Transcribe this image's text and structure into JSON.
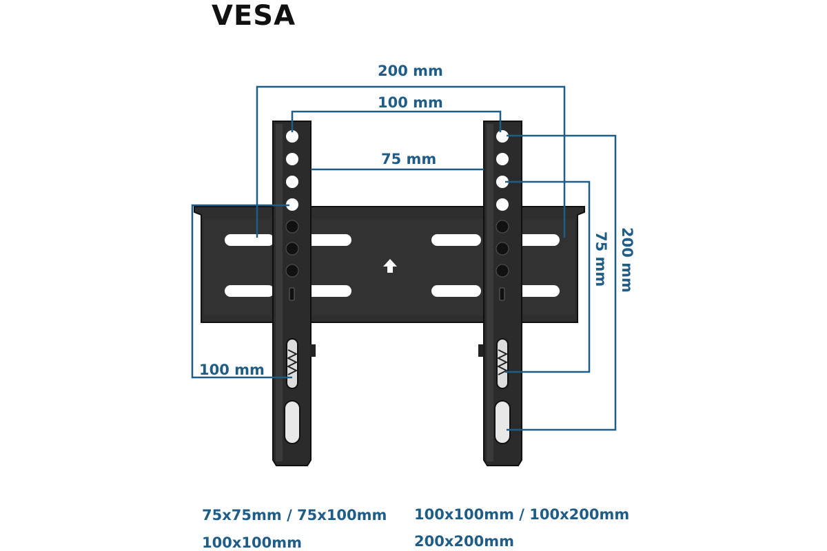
{
  "title": "VESA",
  "colors": {
    "dimension": "#1f5d86",
    "bracket": "#2b2b2b",
    "bracket_edge": "#0f0f0f",
    "hole": "#ffffff"
  },
  "dimensions": {
    "top_outer": "200 mm",
    "top_middle": "100 mm",
    "top_inner": "75 mm",
    "left": "100 mm",
    "right_inner": "75 mm",
    "right_outer": "200 mm"
  },
  "specs": {
    "left_line1": "75x75mm / 75x100mm",
    "left_line2": "100x100mm",
    "right_line1": "100x100mm / 100x200mm",
    "right_line2": "200x200mm"
  },
  "icons": {
    "up_arrow": "up-arrow-icon"
  }
}
